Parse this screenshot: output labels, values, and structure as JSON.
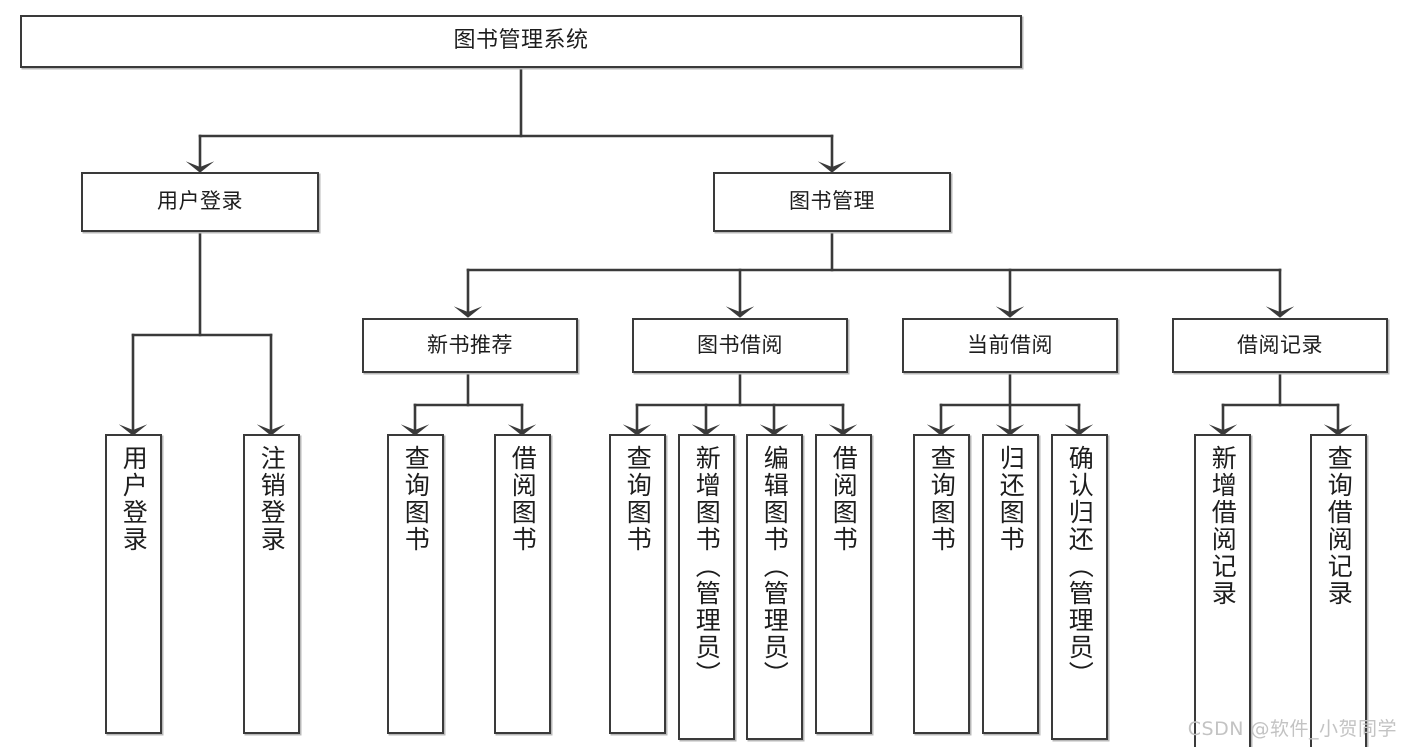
{
  "diagram": {
    "type": "tree",
    "title": "图书管理系统",
    "watermark": "CSDN @软件_小贺同学",
    "colors": {
      "node_border": "#3a3a3a",
      "node_fill": "#ffffff",
      "edge": "#3a3a3a",
      "text": "#1d1d1d",
      "watermark": "#c3c3c3",
      "background": "#ffffff"
    },
    "levels": [
      {
        "level": 1,
        "nodes": [
          {
            "id": "root",
            "label": "图书管理系统",
            "orientation": "horizontal"
          }
        ]
      },
      {
        "level": 2,
        "nodes": [
          {
            "id": "user-login",
            "label": "用户登录",
            "orientation": "horizontal",
            "parent": "root"
          },
          {
            "id": "book-manage",
            "label": "图书管理",
            "orientation": "horizontal",
            "parent": "root"
          }
        ]
      },
      {
        "level": 3,
        "nodes": [
          {
            "id": "new-book-rec",
            "label": "新书推荐",
            "orientation": "horizontal",
            "parent": "book-manage"
          },
          {
            "id": "book-borrow",
            "label": "图书借阅",
            "orientation": "horizontal",
            "parent": "book-manage"
          },
          {
            "id": "current-borrow",
            "label": "当前借阅",
            "orientation": "horizontal",
            "parent": "book-manage"
          },
          {
            "id": "borrow-record",
            "label": "借阅记录",
            "orientation": "horizontal",
            "parent": "book-manage"
          }
        ]
      },
      {
        "level": 4,
        "nodes": [
          {
            "id": "leaf-user-login",
            "label": "用户登录",
            "orientation": "vertical",
            "parent": "user-login"
          },
          {
            "id": "leaf-logout",
            "label": "注销登录",
            "orientation": "vertical",
            "parent": "user-login"
          },
          {
            "id": "leaf-query-book-1",
            "label": "查询图书",
            "orientation": "vertical",
            "parent": "new-book-rec"
          },
          {
            "id": "leaf-borrow-book-1",
            "label": "借阅图书",
            "orientation": "vertical",
            "parent": "new-book-rec"
          },
          {
            "id": "leaf-query-book-2",
            "label": "查询图书",
            "orientation": "vertical",
            "parent": "book-borrow"
          },
          {
            "id": "leaf-add-book",
            "label": "新增图书（管理员）",
            "orientation": "vertical",
            "parent": "book-borrow"
          },
          {
            "id": "leaf-edit-book",
            "label": "编辑图书（管理员）",
            "orientation": "vertical",
            "parent": "book-borrow"
          },
          {
            "id": "leaf-borrow-book-2",
            "label": "借阅图书",
            "orientation": "vertical",
            "parent": "book-borrow"
          },
          {
            "id": "leaf-query-book-3",
            "label": "查询图书",
            "orientation": "vertical",
            "parent": "current-borrow"
          },
          {
            "id": "leaf-return-book",
            "label": "归还图书",
            "orientation": "vertical",
            "parent": "current-borrow"
          },
          {
            "id": "leaf-confirm-return",
            "label": "确认归还（管理员）",
            "orientation": "vertical",
            "parent": "current-borrow"
          },
          {
            "id": "leaf-add-record",
            "label": "新增借阅记录",
            "orientation": "vertical",
            "parent": "borrow-record"
          },
          {
            "id": "leaf-query-record",
            "label": "查询借阅记录",
            "orientation": "vertical",
            "parent": "borrow-record"
          }
        ]
      }
    ]
  }
}
